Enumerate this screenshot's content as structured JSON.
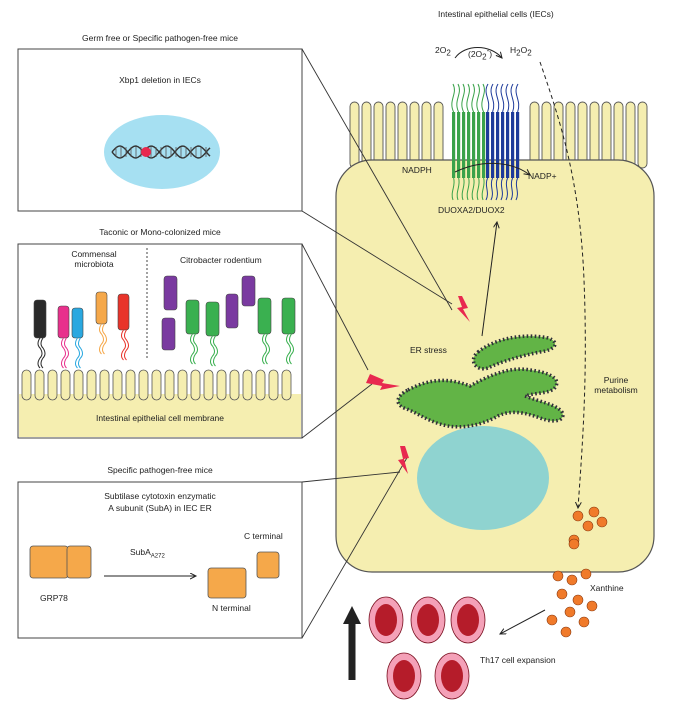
{
  "header": {
    "cell_title": "Intestinal epithelial cells (IECs)"
  },
  "reaction": {
    "o2": "2O",
    "o2_sub": "2",
    "superoxide": "(2O",
    "superoxide_sub": "2",
    "superoxide_sup": "-",
    "superoxide_close": ")",
    "h2o2_h": "H",
    "h2o2_sub1": "2",
    "h2o2_o": "O",
    "h2o2_sub2": "2"
  },
  "duox": {
    "nadph": "NADPH",
    "nadp": "NADP+",
    "name": "DUOXA2/DUOX2"
  },
  "cell": {
    "er_stress": "ER stress",
    "purine_1": "Purine",
    "purine_2": "metabolism",
    "xanthine": "Xanthine",
    "th17": "Th17 cell expansion"
  },
  "panel_xbp1": {
    "heading": "Germ free or Specific pathogen-free  mice",
    "text": "Xbp1 deletion in IECs"
  },
  "panel_microbes": {
    "heading": "Taconic or Mono-colonized mice",
    "commensal_1": "Commensal",
    "commensal_2": "microbiota",
    "citrobacter": "Citrobacter rodentium",
    "membrane": "Intestinal epithelial cell membrane"
  },
  "panel_suba": {
    "heading": "Specific pathogen-free mice",
    "line1": "Subtilase cytotoxin enzymatic",
    "line2": "A subunit (SubA) in IEC ER",
    "c_terminal": "C terminal",
    "suba": "SubA",
    "suba_sub": "A272",
    "grp78": "GRP78",
    "n_terminal": "N terminal"
  },
  "colors": {
    "cell_fill": "#f5eeb0",
    "er_green": "#62b446",
    "nucleus": "#8fd3d0",
    "lightning": "#e8294f",
    "grp78": "#f5a84a",
    "xanthine": "#f07a2a",
    "th17_outer": "#f4a1b8",
    "th17_inner": "#b51c2a",
    "duox_green": "#3aa24a",
    "duox_blue": "#1d3a9a"
  }
}
